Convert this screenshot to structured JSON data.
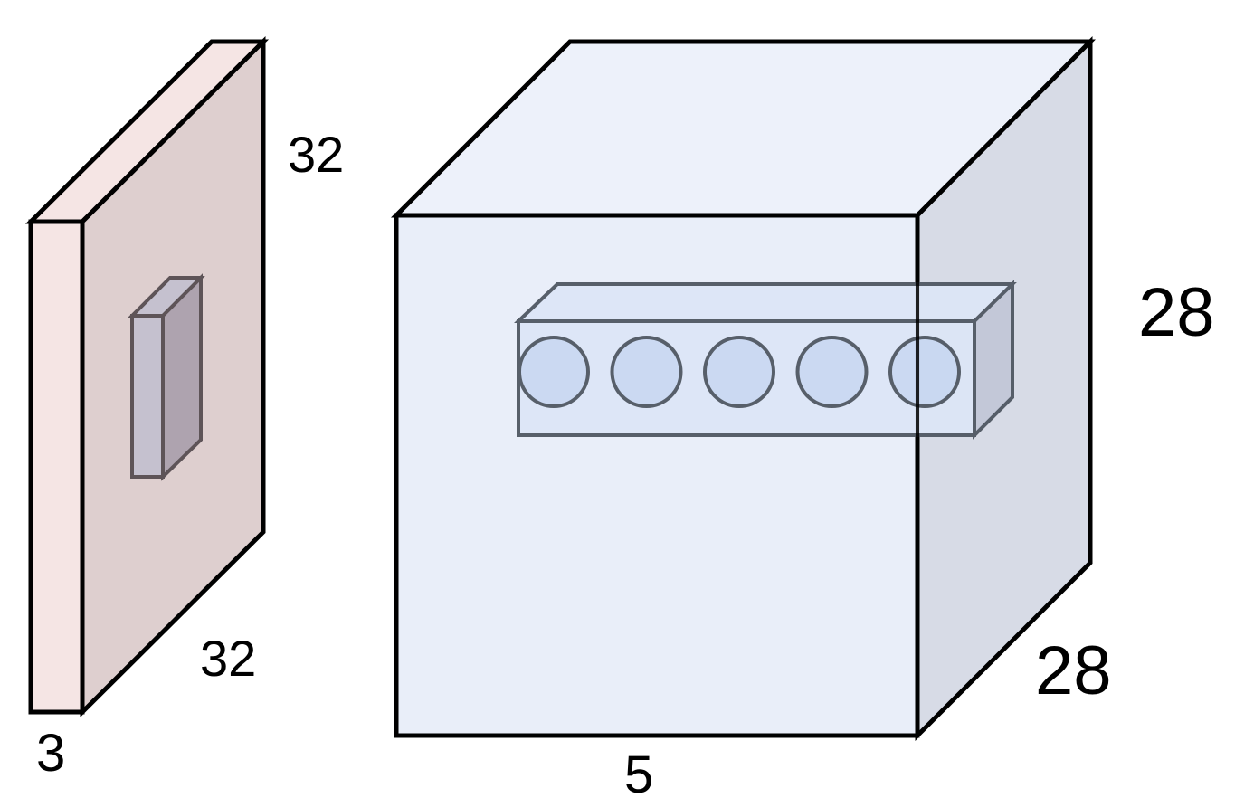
{
  "input_volume": {
    "height_label": "32",
    "width_label": "32",
    "depth_label": "3",
    "colors": {
      "front": "#f5e5e4",
      "side": "#decfcf",
      "top": "#f5e5e4",
      "edge": "#000000"
    },
    "receptive_field": {
      "colors": {
        "front": "#c5c1cf",
        "side": "#aea3af",
        "edge": "#5e5458"
      }
    }
  },
  "output_volume": {
    "height_label": "28",
    "width_label": "28",
    "depth_label": "5",
    "colors": {
      "front": "#e9eef9",
      "side": "#d7dbe6",
      "top": "#edf1fa",
      "edge": "#000000"
    },
    "depth_column": {
      "neuron_count": 5,
      "colors": {
        "fill": "#dde6f7",
        "side": "#c2c7d8",
        "neuron_fill": "#c9d8f2",
        "edge": "#4d5560"
      }
    }
  }
}
